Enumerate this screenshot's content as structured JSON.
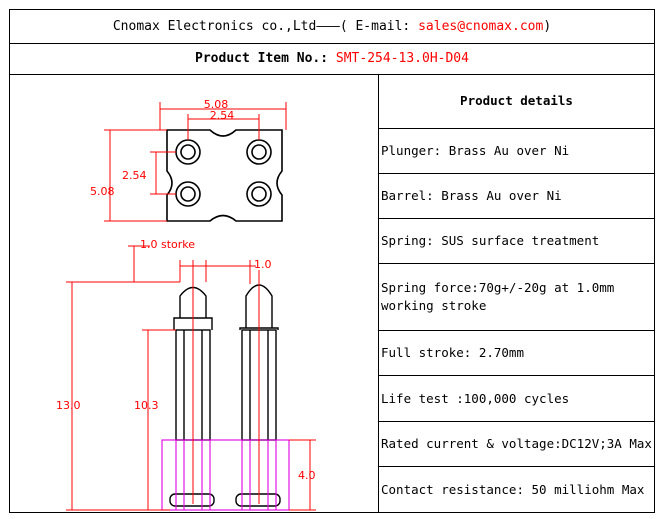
{
  "header": {
    "company": "Cnomax Electronics co.,Ltd———( E-mail: ",
    "email": "sales@cnomax.com",
    "company_end": ")",
    "item_label": "Product Item No.: ",
    "item_no": "SMT-254-13.0H-D04"
  },
  "details": {
    "title": "Product details",
    "rows": [
      "Plunger: Brass Au over Ni",
      "Barrel: Brass Au over Ni",
      "Spring: SUS surface treatment",
      "Spring force:70g+/-20g at 1.0mm working stroke",
      "Full stroke: 2.70mm",
      "Life test :100,000 cycles",
      "Rated current & voltage:DC12V;3A Max",
      "Contact resistance: 50 milliohm Max"
    ]
  },
  "drawing": {
    "dim_508_top": "5.08",
    "dim_254_top": "2.54",
    "dim_254_left": "2.54",
    "dim_508_left": "5.08",
    "stroke_label": "1.0 storke",
    "dim_10": "1.0",
    "dim_130": "13.0",
    "dim_103": "10.3",
    "dim_40": "4.0"
  }
}
